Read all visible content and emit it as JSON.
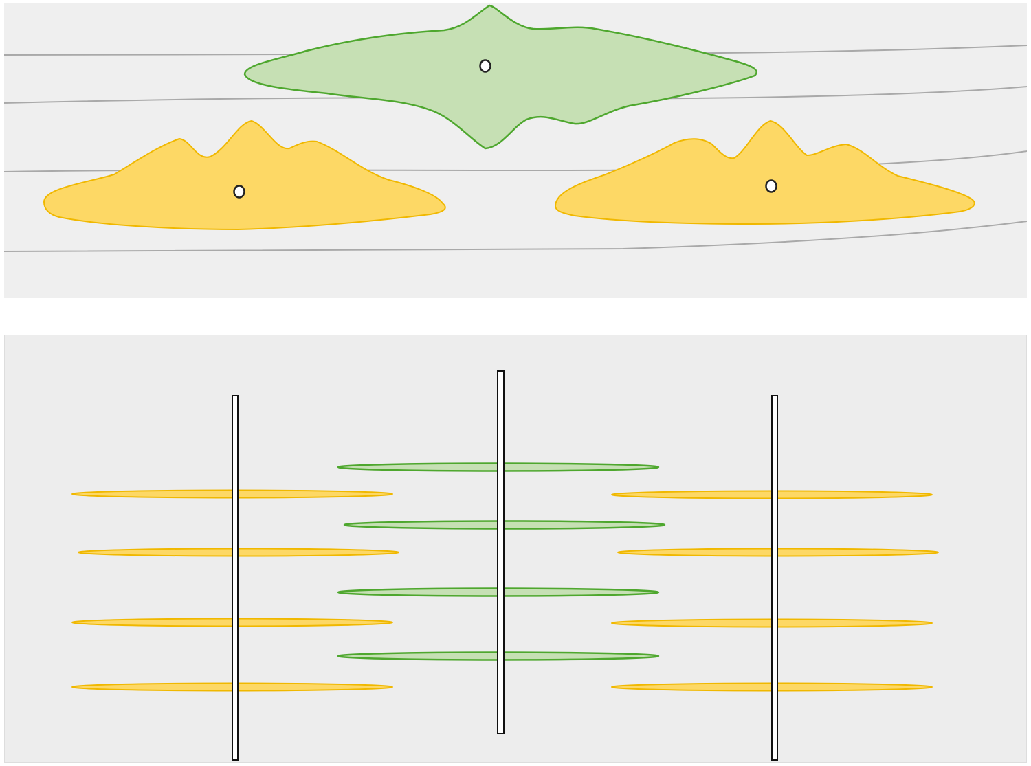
{
  "figure": {
    "top_panel": {
      "background": "#efefef",
      "line_color": "#a9a9a9",
      "shapes": [
        {
          "id": "left-yellow-cell",
          "fill": "#fdd865",
          "stroke": "#f0b800"
        },
        {
          "id": "center-green-cell",
          "fill": "#c6e0b4",
          "stroke": "#4ea72e"
        },
        {
          "id": "right-yellow-cell",
          "fill": "#fdd865",
          "stroke": "#f0b800"
        }
      ],
      "markers": [
        "nucleus-marker",
        "nucleus-marker",
        "nucleus-marker"
      ]
    },
    "bottom_panel": {
      "background": "#ededed",
      "columns": [
        {
          "id": "left-column",
          "color": "yellow",
          "fill": "#fdd865",
          "stroke": "#f0b800",
          "disk_count": 4
        },
        {
          "id": "center-column",
          "color": "green",
          "fill": "#c6e0b4",
          "stroke": "#4ea72e",
          "disk_count": 4
        },
        {
          "id": "right-column",
          "color": "yellow",
          "fill": "#fdd865",
          "stroke": "#f0b800",
          "disk_count": 4
        }
      ]
    }
  }
}
